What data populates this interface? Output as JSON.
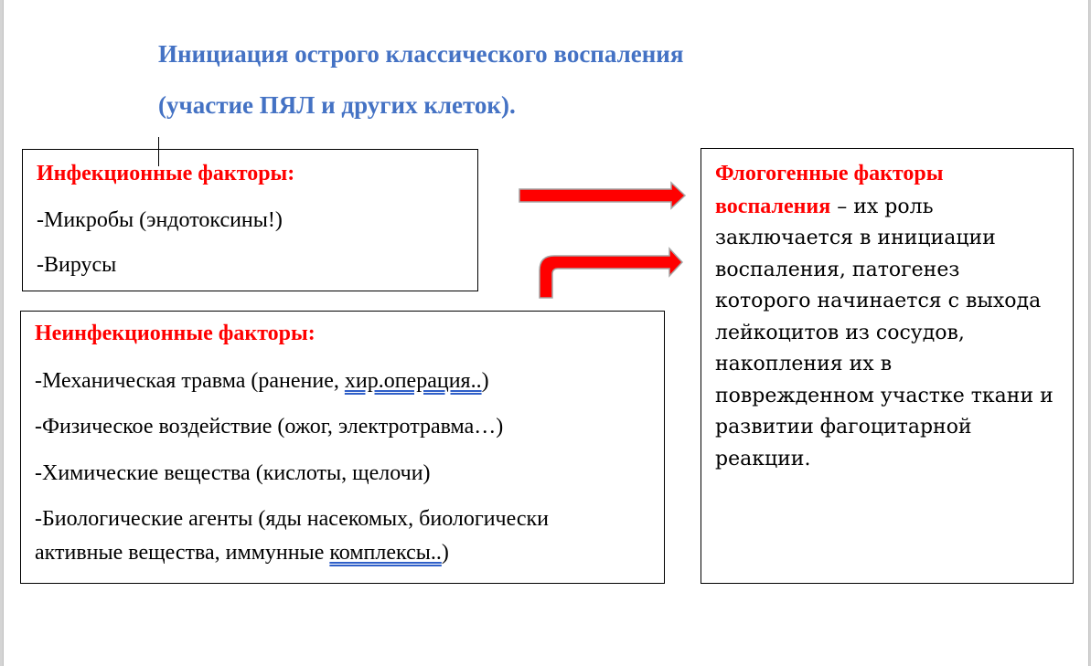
{
  "document": {
    "title_line1": "Инициация острого классического воспаления",
    "title_line2": "(участие ПЯЛ и других клеток).",
    "title_color": "#4472C4",
    "accent_color": "#FF0000"
  },
  "infectious_box": {
    "header": "Инфекционные факторы:",
    "items": [
      "-Микробы (эндотоксины!)",
      "-Вирусы"
    ]
  },
  "noninfectious_box": {
    "header": "Неинфекционные факторы:",
    "item1_pre": "-Механическая травма (ранение, ",
    "item1_marked": "хир.операция..",
    "item1_post": ")",
    "item2": "-Физическое воздействие (ожог, электротравма…)",
    "item3": "-Химические вещества (кислоты, щелочи)",
    "item4_line1": "-Биологические агенты (яды насекомых, биологически",
    "item4_line2_pre": "активные вещества, иммунные ",
    "item4_line2_marked": "комплексы..",
    "item4_line2_post": ")"
  },
  "phlogogenic_box": {
    "header_line1": "Флогогенные факторы",
    "header_line2": "воспаления",
    "line2_rest": " – их роль",
    "lines": [
      "заключается в инициации",
      "воспаления, патогенез",
      "которого начинается с выхода",
      "лейкоцитов из сосудов,",
      "накопления их в",
      "поврежденном участке ткани и",
      "развитии фагоцитарной",
      "реакции."
    ]
  },
  "arrows": [
    {
      "name": "straight-arrow",
      "color": "#FF0000",
      "outline": "#A6A6A6"
    },
    {
      "name": "bent-arrow",
      "color": "#FF0000",
      "outline": "#A6A6A6"
    }
  ]
}
